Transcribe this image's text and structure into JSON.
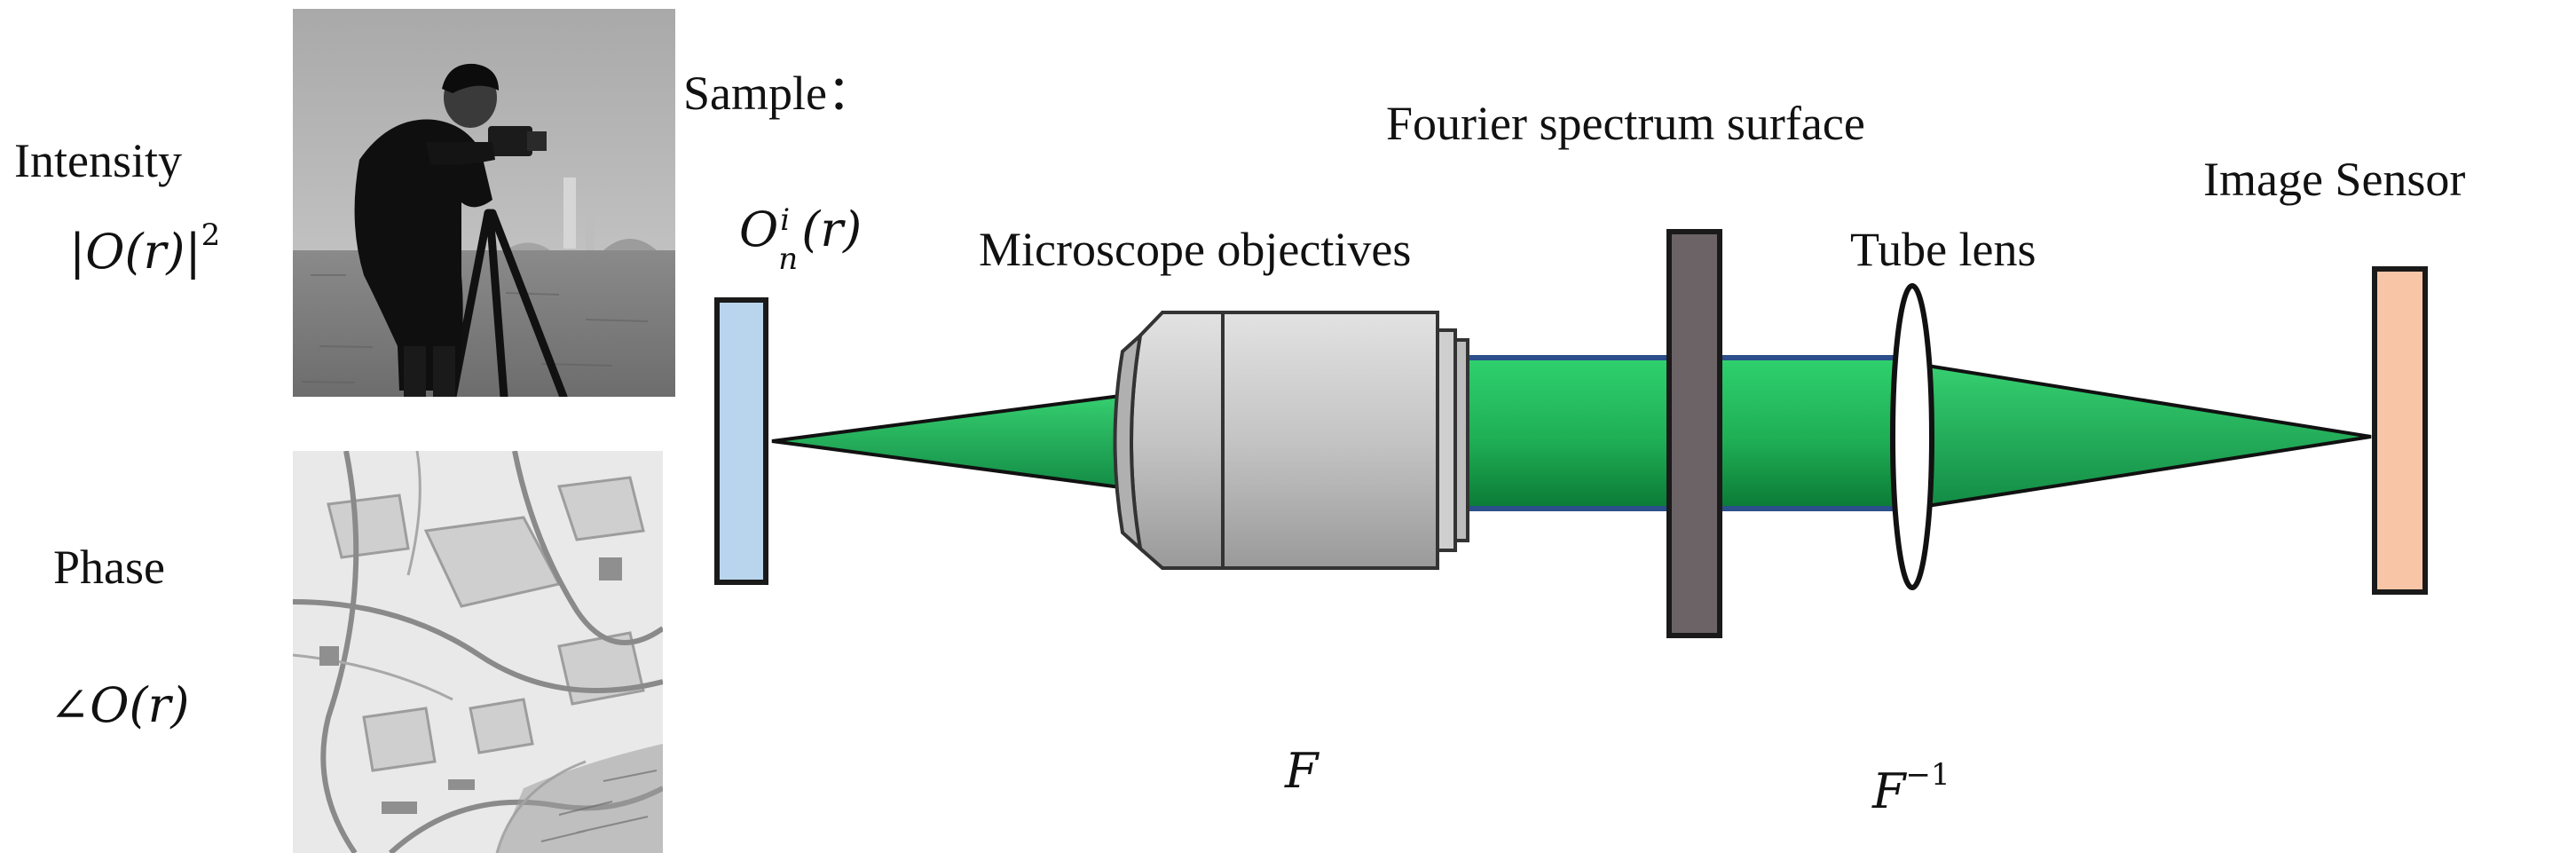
{
  "labels": {
    "intensity": "Intensity",
    "phase": "Phase",
    "sample": "Sample：",
    "fourier_surface": "Fourier spectrum surface",
    "microscope_objectives": "Microscope objectives",
    "tube_lens": "Tube lens",
    "image_sensor": "Image Sensor"
  },
  "math": {
    "intensity_formula": {
      "bar_open": "|",
      "O": "O",
      "r": "(r)",
      "bar_close": "|",
      "power": "2"
    },
    "phase_formula": {
      "angle": "∠",
      "O": "O",
      "r": "(r)"
    },
    "sample_formula": {
      "O": "O",
      "sup": "i",
      "sub": "n",
      "r": "(r)"
    },
    "fourier_op": "F",
    "inverse_op": {
      "F": "F",
      "exp": "−1"
    }
  },
  "colors": {
    "sample_slide": "#b9d5ee",
    "beam_green": "#2fc86a",
    "beam_green_dark": "#0e8a3e",
    "beam_outline": "#2b4f8a",
    "objective_gray": "#c7c7c7",
    "fourier_plate": "#6b6365",
    "sensor_peach": "#f8c6a6",
    "outline": "#1a1a1a"
  },
  "icons": {
    "intensity_image": "cameraman-photo",
    "phase_image": "aerial-city-photo",
    "objective": "microscope-objective-icon",
    "lens": "convex-lens-icon"
  }
}
